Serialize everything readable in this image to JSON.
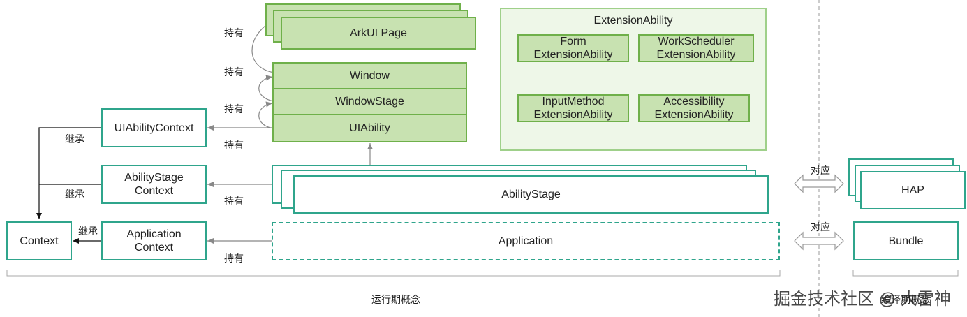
{
  "runtime": {
    "arkui_page": "ArkUI Page",
    "window": "Window",
    "window_stage": "WindowStage",
    "uiability": "UIAbility",
    "ability_stage": "AbilityStage",
    "application": "Application"
  },
  "contexts": {
    "uiability_context": "UIAbilityContext",
    "ability_stage_context": "AbilityStage\nContext",
    "application_context": "Application\nContext",
    "context": "Context"
  },
  "extension": {
    "title": "ExtensionAbility",
    "items": [
      "Form\nExtensionAbility",
      "WorkScheduler\nExtensionAbility",
      "InputMethod\nExtensionAbility",
      "Accessibility\nExtensionAbility"
    ]
  },
  "package": {
    "hap": "HAP",
    "bundle": "Bundle"
  },
  "relations": {
    "hold": "持有",
    "inherit": "继承",
    "correspond": "对应"
  },
  "footer": {
    "runtime_concept": "运行期概念",
    "package_concept": "编译期概念"
  },
  "watermark": "掘金技术社区 @ 大雷神",
  "colors": {
    "teal": "#2fa58c",
    "green_border": "#6fb04a",
    "green_fill": "#c8e2b1",
    "extension_fill": "#eef7e8",
    "connector": "#888888"
  }
}
